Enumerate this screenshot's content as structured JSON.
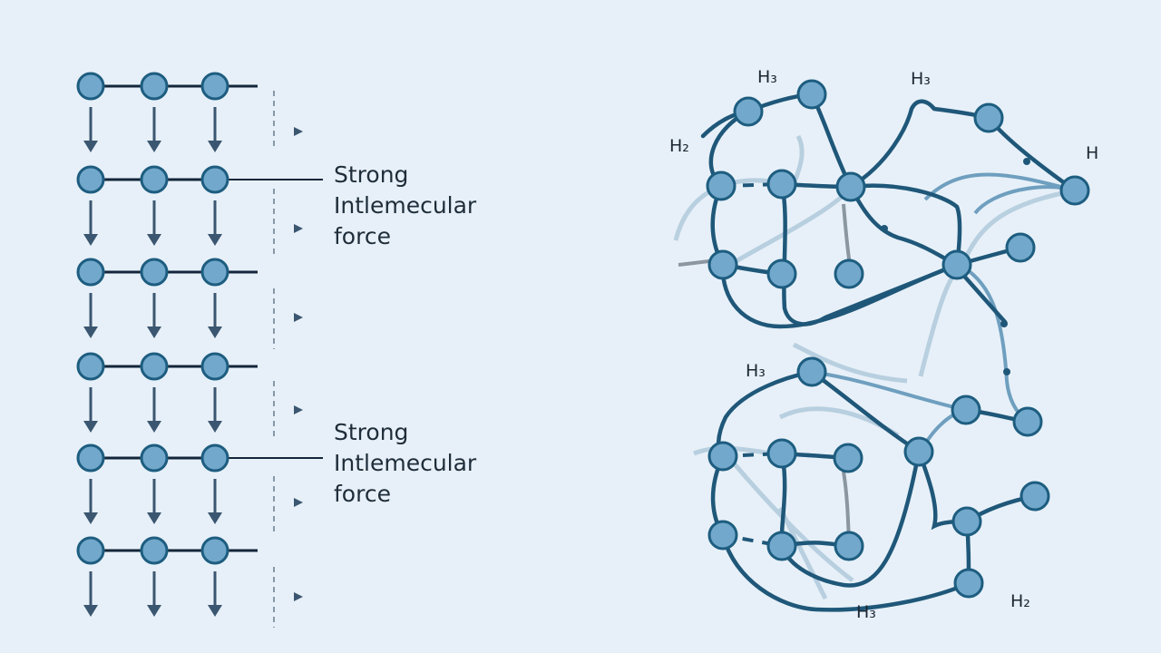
{
  "colors": {
    "background": "#e7f0f8",
    "node_fill": "#72a8cb",
    "node_stroke": "#1d5d80",
    "bond": "#1f5779",
    "light_bond": "#8fb6cf",
    "arrow": "#3b5670"
  },
  "lattice": {
    "labels": [
      {
        "lines": [
          "Strong",
          "Intlemecular",
          "force"
        ]
      },
      {
        "lines": [
          "Strong",
          "Intlemecular",
          "force"
        ]
      }
    ]
  },
  "network": {
    "labels": [
      "H₃",
      "H₃",
      "H₂",
      "H",
      "H₃",
      "H₃",
      "H₂"
    ]
  }
}
